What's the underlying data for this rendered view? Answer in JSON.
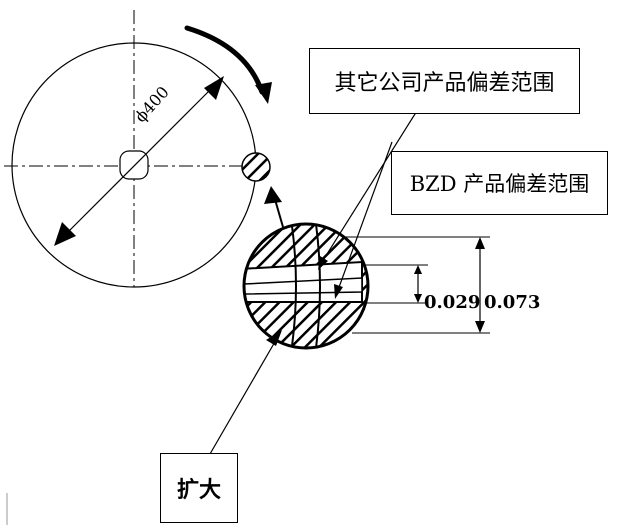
{
  "labels": {
    "other_companies_deviation": "其它公司产品偏差范围",
    "bzd_deviation": "BZD 产品偏差范围",
    "enlarge": "扩大",
    "diameter": "ϕ400"
  },
  "dimensions": {
    "inner": "0.029",
    "outer": "0.073"
  },
  "icons": [
    "rotation-arrow-icon",
    "enlarge-arrow-icon"
  ]
}
